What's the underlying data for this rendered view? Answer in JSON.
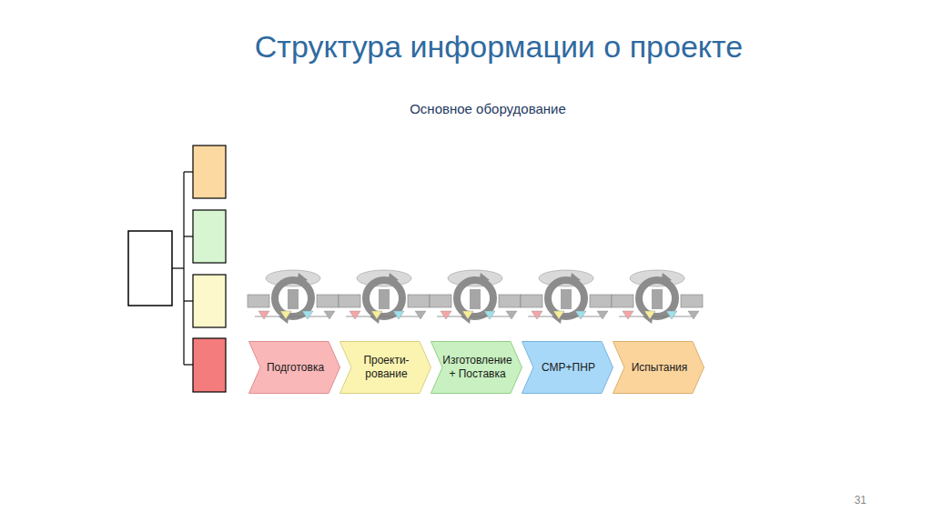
{
  "diagram": {
    "title": "Структура информации о проекте",
    "nodes": [
      {
        "text": [
          "Подготовка"
        ]
      },
      {
        "text": [
          "Проекти- рование"
        ]
      },
      {
        "text": [
          "Изготовление + Поставка"
        ]
      },
      {
        "text": [
          "СМР+ПНР"
        ]
      },
      {
        "text": [
          "Испытания"
        ]
      }
    ],
    "labels": [
      "Основное оборудование",
      "31"
    ]
  }
}
